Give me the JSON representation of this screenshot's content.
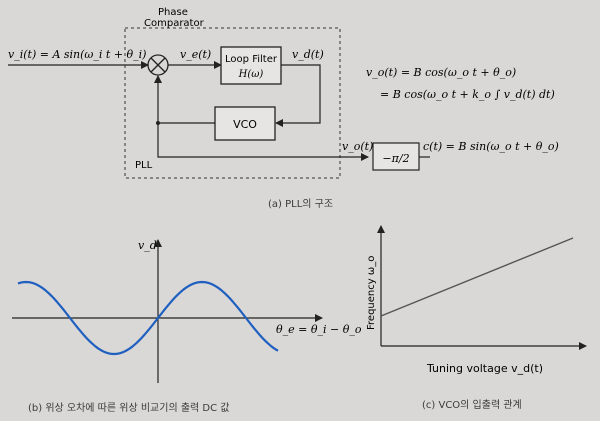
{
  "figure_a": {
    "phase_comparator_label": [
      "Phase",
      "Comparator"
    ],
    "input_signal": "v_i(t) = A sin(ω_i t + θ_i)",
    "error_signal": "v_e(t)",
    "loop_filter_label": "Loop Filter",
    "loop_filter_tf": "H(ω)",
    "filter_output": "v_d(t)",
    "vco_label": "VCO",
    "pll_label": "PLL",
    "vco_output": "v_o(t)",
    "shifter_label": "−π/2",
    "output_signal": "c(t) = B sin(ω_o t + θ_o)",
    "equation_line1": "v_o(t) = B cos(ω_o t + θ_o)",
    "equation_line2": "= B cos(ω_o t + k_o ∫ v_d(t) dt)",
    "caption": "(a) PLL의 구조"
  },
  "figure_b": {
    "y_axis_label": "v_d",
    "x_axis_label": "θ_e = θ_i − θ_o",
    "caption": "(b) 위상 오차에 따른 위상 비교기의 출력 DC 값"
  },
  "figure_c": {
    "y_axis_label": "Frequency ω_o",
    "x_axis_label": "Tuning voltage v_d(t)",
    "caption": "(c) VCO의 입출력 관계"
  },
  "colors": {
    "ink": "#222222",
    "sine_curve": "#1f5fbf",
    "vco_line": "#555555",
    "paper": "#d9d8d6"
  }
}
